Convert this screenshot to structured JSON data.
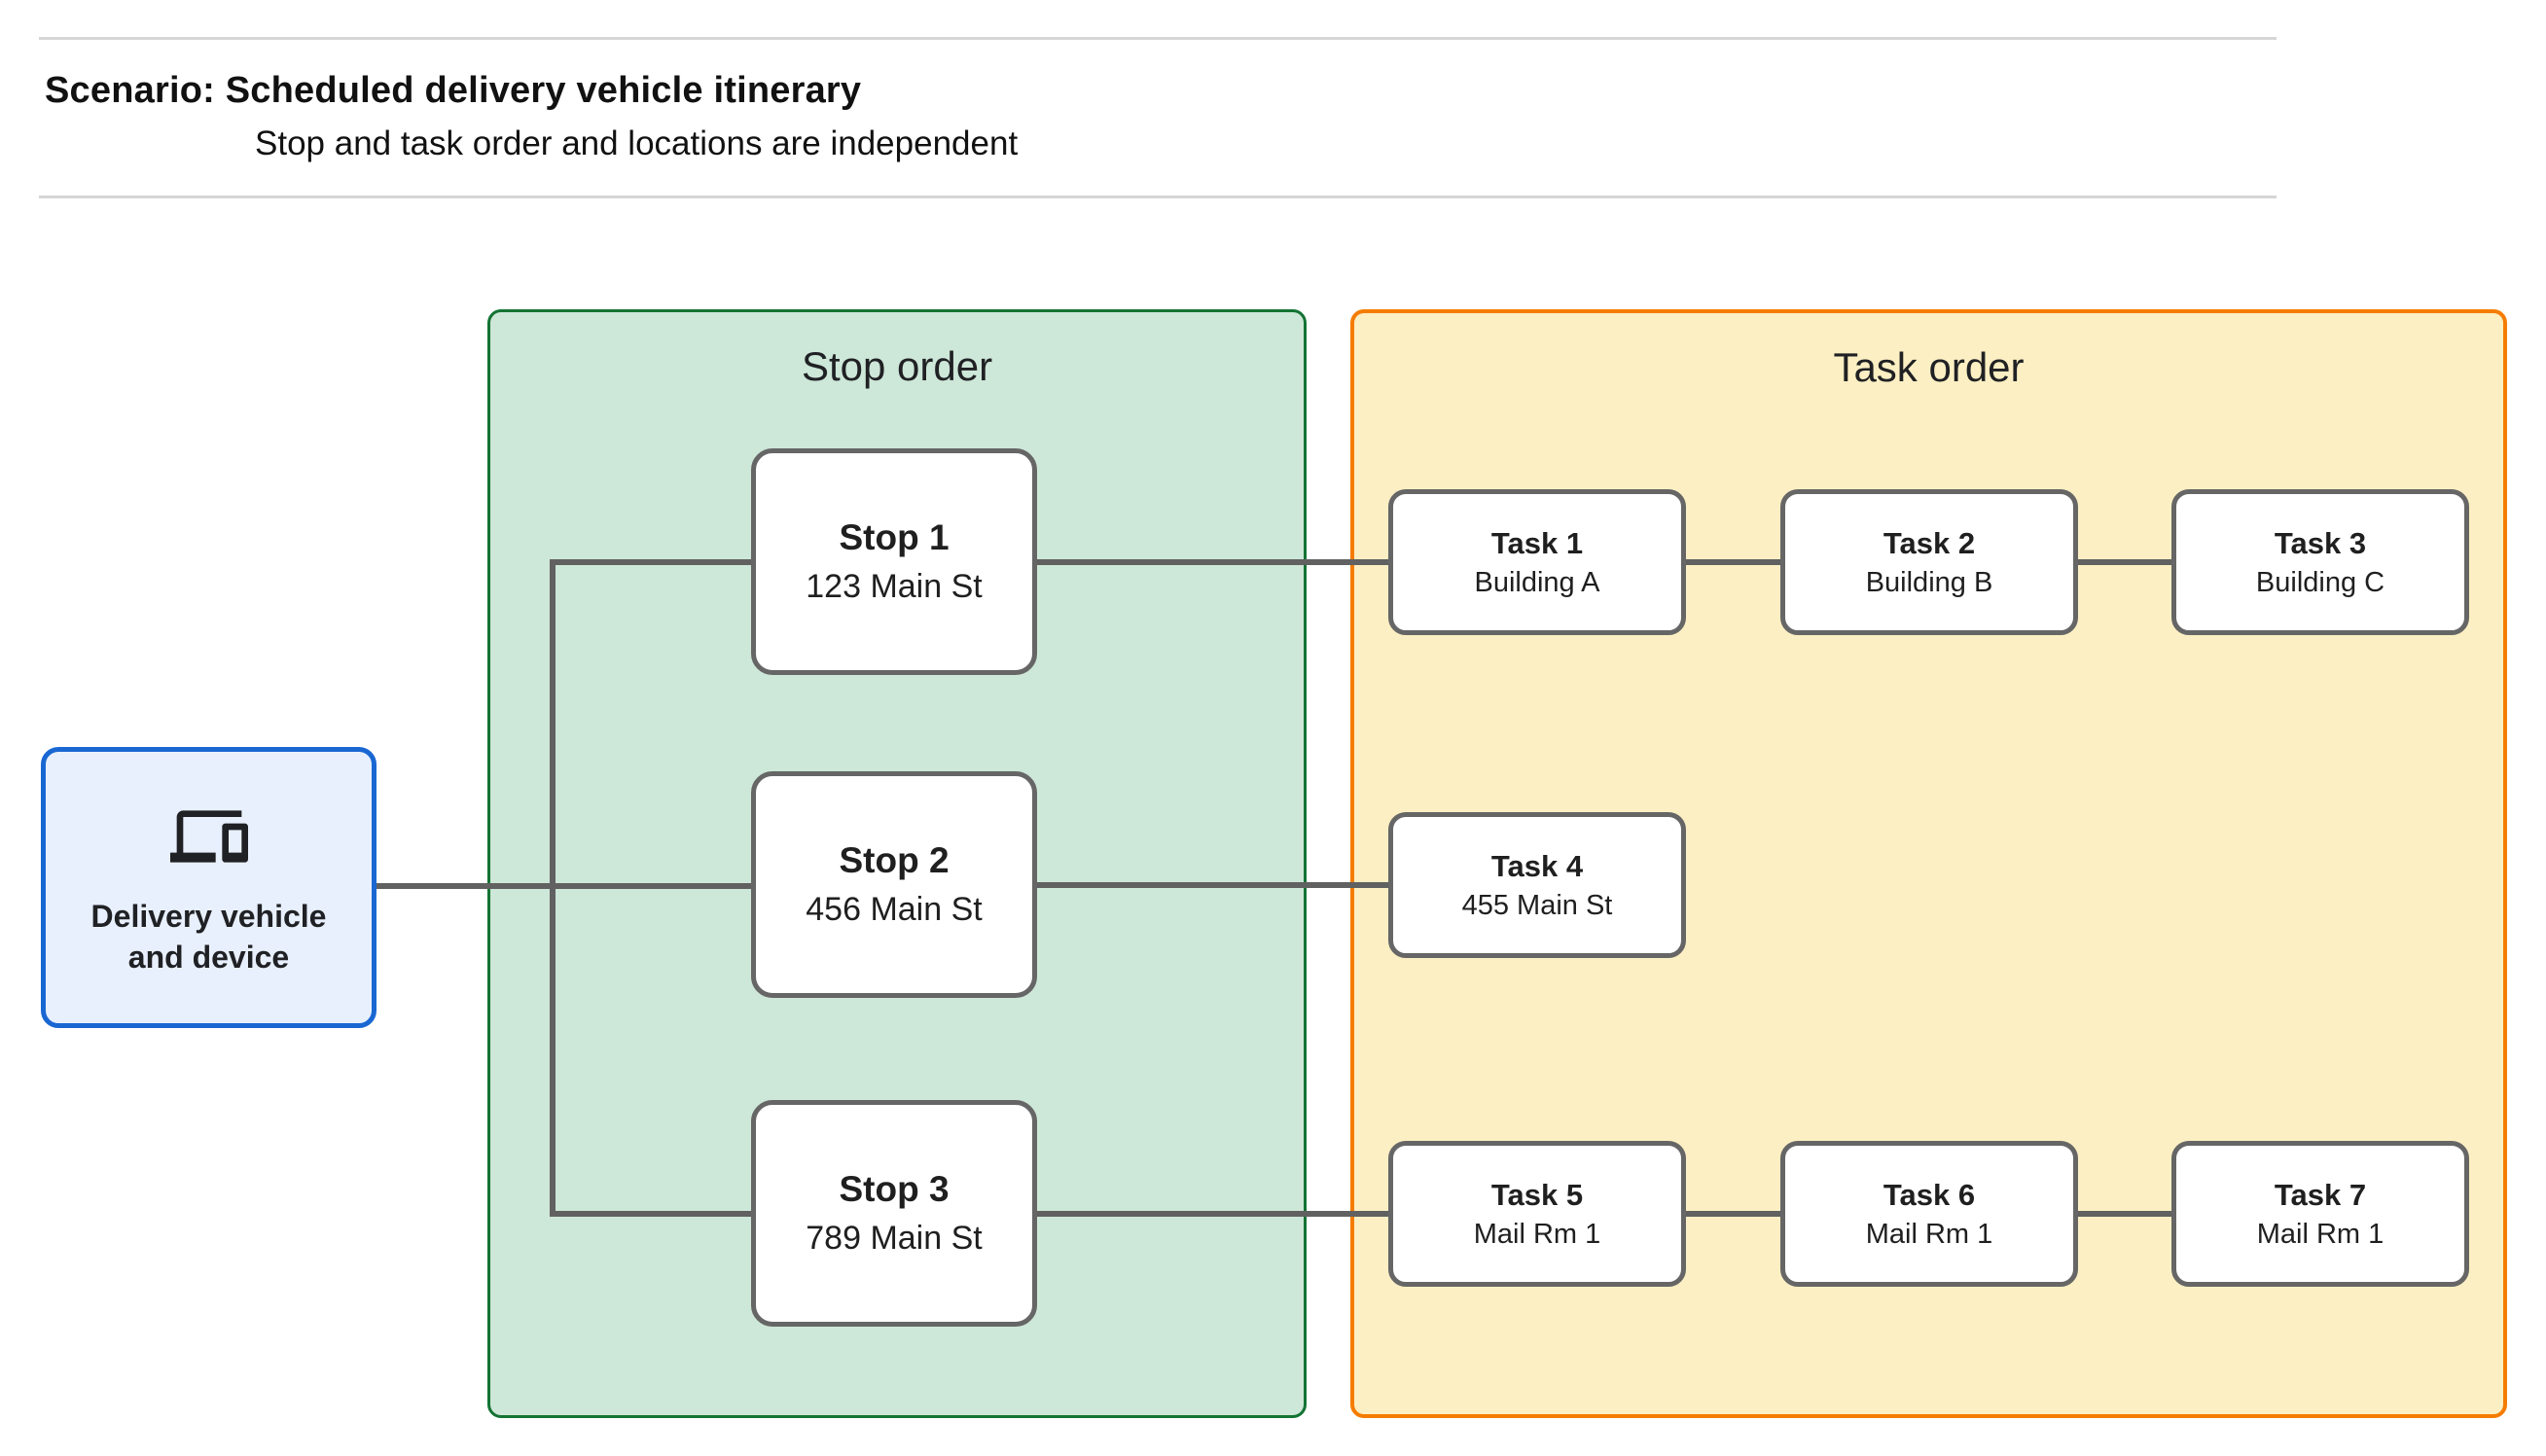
{
  "header": {
    "title": "Scenario: Scheduled delivery vehicle itinerary",
    "subtitle": "Stop and task order and locations are independent"
  },
  "vehicle_node": {
    "label": "Delivery vehicle and device",
    "icon": "devices-icon"
  },
  "panels": {
    "stop": {
      "label": "Stop order"
    },
    "task": {
      "label": "Task order"
    }
  },
  "stops": [
    {
      "name": "Stop 1",
      "location": "123 Main St"
    },
    {
      "name": "Stop 2",
      "location": "456 Main St"
    },
    {
      "name": "Stop 3",
      "location": "789 Main St"
    }
  ],
  "tasks": [
    {
      "name": "Task 1",
      "location": "Building A"
    },
    {
      "name": "Task 2",
      "location": "Building B"
    },
    {
      "name": "Task 3",
      "location": "Building C"
    },
    {
      "name": "Task 4",
      "location": "455 Main St"
    },
    {
      "name": "Task 5",
      "location": "Mail Rm 1"
    },
    {
      "name": "Task 6",
      "location": "Mail Rm 1"
    },
    {
      "name": "Task 7",
      "location": "Mail Rm 1"
    }
  ],
  "colors": {
    "stop_panel_fill": "#CDE7D8",
    "stop_panel_border": "#137333",
    "task_panel_fill": "#FCEFC3",
    "task_panel_border": "#F57C00",
    "vehicle_fill": "#E8F0FE",
    "vehicle_border": "#1967D2",
    "node_border": "#666666",
    "connector": "#616161",
    "text": "#1F1F1F",
    "rule": "#D6D6D6"
  }
}
